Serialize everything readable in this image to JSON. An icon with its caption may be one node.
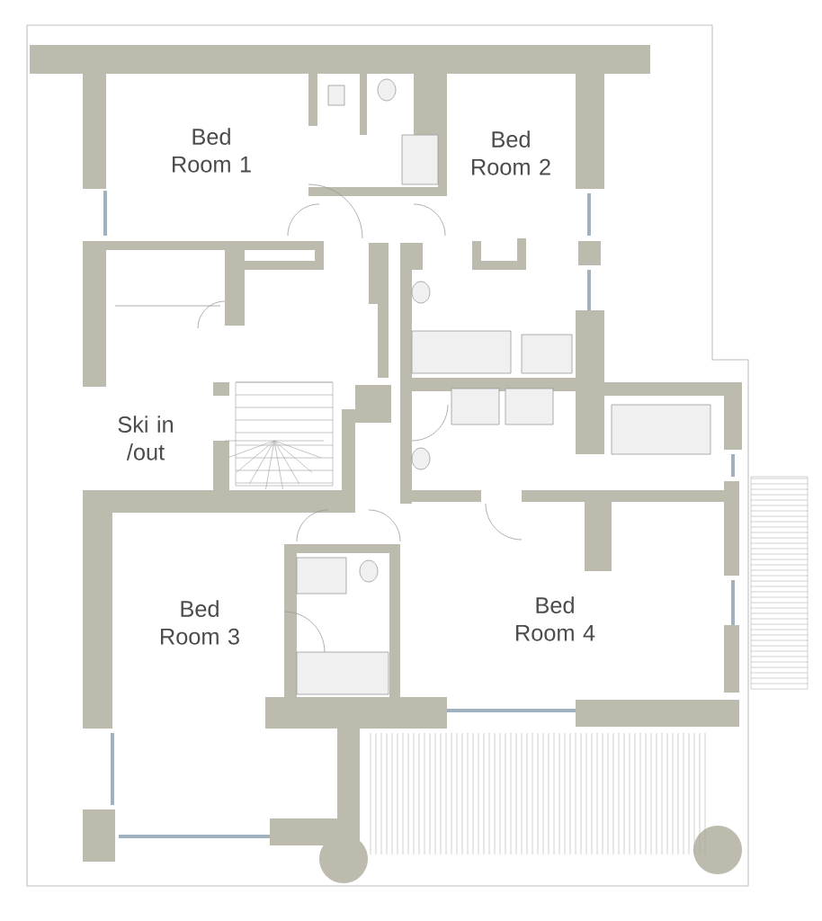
{
  "diagram": {
    "labels": [
      "Bed Room 1",
      "Bed Room 2",
      "Ski in /out",
      "Bed Room 3",
      "Bed Room 4"
    ]
  }
}
